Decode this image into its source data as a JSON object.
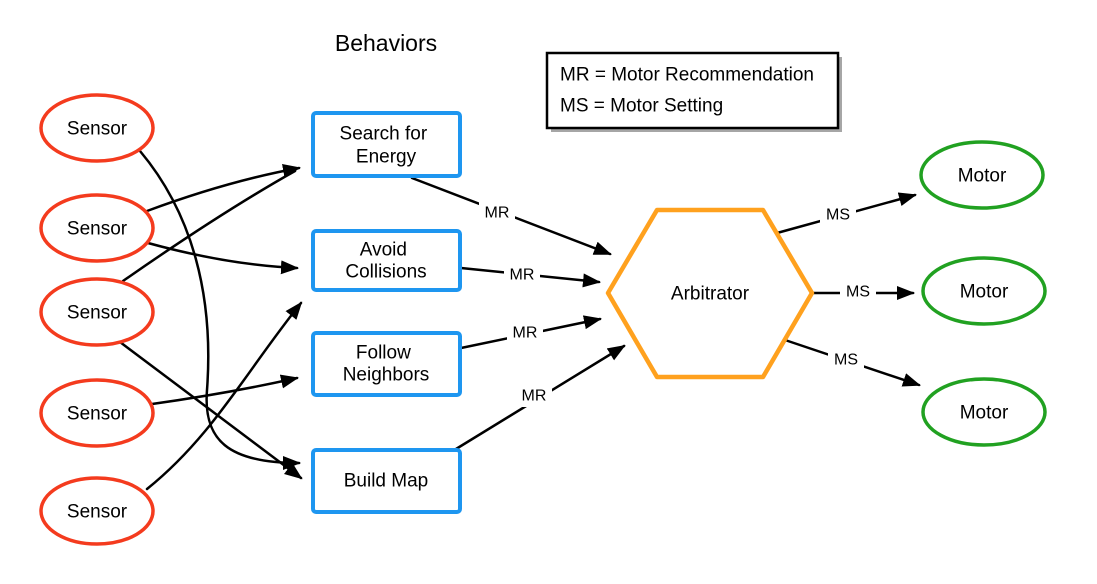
{
  "title": "Behaviors",
  "legend": {
    "line1": "MR = Motor Recommendation",
    "line2": "MS = Motor Setting"
  },
  "sensors": [
    {
      "label": "Sensor"
    },
    {
      "label": "Sensor"
    },
    {
      "label": "Sensor"
    },
    {
      "label": "Sensor"
    },
    {
      "label": "Sensor"
    }
  ],
  "behaviors": [
    {
      "lines": [
        "Search for",
        "Energy"
      ]
    },
    {
      "lines": [
        "Avoid",
        "Collisions"
      ]
    },
    {
      "lines": [
        "Follow",
        "Neighbors"
      ]
    },
    {
      "lines": [
        "Build Map"
      ]
    }
  ],
  "arbitrator": {
    "label": "Arbitrator"
  },
  "motors": [
    {
      "label": "Motor"
    },
    {
      "label": "Motor"
    },
    {
      "label": "Motor"
    }
  ],
  "edge_labels": {
    "mr_labels": [
      "MR",
      "MR",
      "MR",
      "MR"
    ],
    "ms_labels": [
      "MS",
      "MS",
      "MS"
    ]
  },
  "colors": {
    "sensor_stroke": "#F43B1E",
    "behavior_stroke": "#1E96F0",
    "arbitrator_stroke": "#FFA11E",
    "motor_stroke": "#21A121",
    "edge_color": "#000000",
    "legend_border": "#000000"
  }
}
